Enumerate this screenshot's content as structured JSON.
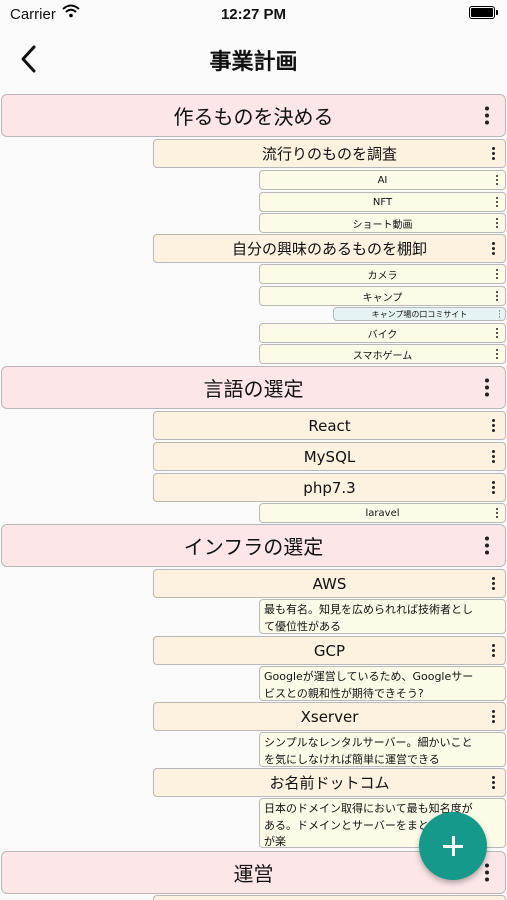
{
  "status_bar": {
    "carrier": "Carrier",
    "time": "12:27 PM"
  },
  "header": {
    "title": "事業計画"
  },
  "tree": {
    "t1": "作るものを決める",
    "t1a": "流行りのものを調査",
    "t1a1": "AI",
    "t1a2": "NFT",
    "t1a3": "ショート動画",
    "t1b": "自分の興味のあるものを棚卸",
    "t1b1": "カメラ",
    "t1b2": "キャンプ",
    "t1b2a": "キャンプ場の口コミサイト",
    "t1b3": "バイク",
    "t1b4": "スマホゲーム",
    "t2": "言語の選定",
    "t2a": "React",
    "t2b": "MySQL",
    "t2c": "php7.3",
    "t2c1": "laravel",
    "t3": "インフラの選定",
    "t3a": "AWS",
    "t3a1": "最も有名。知見を広められれば技術者として優位性がある",
    "t3b": "GCP",
    "t3b1": "Googleが運営しているため、Googleサービスとの親和性が期待できそう?",
    "t3c": "Xserver",
    "t3c1": "シンプルなレンタルサーバー。細かいことを気にしなければ簡単に運営できる",
    "t3d": "お名前ドットコム",
    "t3d1": "日本のドメイン取得において最も知名度がある。ドメインとサーバーをまとめて管理が楽",
    "t4": "運営"
  },
  "icons": {
    "back": "chevron-left-icon",
    "menu": "more-vertical-icon",
    "add": "plus-icon",
    "wifi": "wifi-icon",
    "battery": "battery-icon"
  },
  "colors": {
    "level0_bg": "#fde6e8",
    "level1_bg": "#fdf1df",
    "level2_bg": "#fcfbe8",
    "level3_bg": "#e5f3f4",
    "fab": "#15998a"
  }
}
